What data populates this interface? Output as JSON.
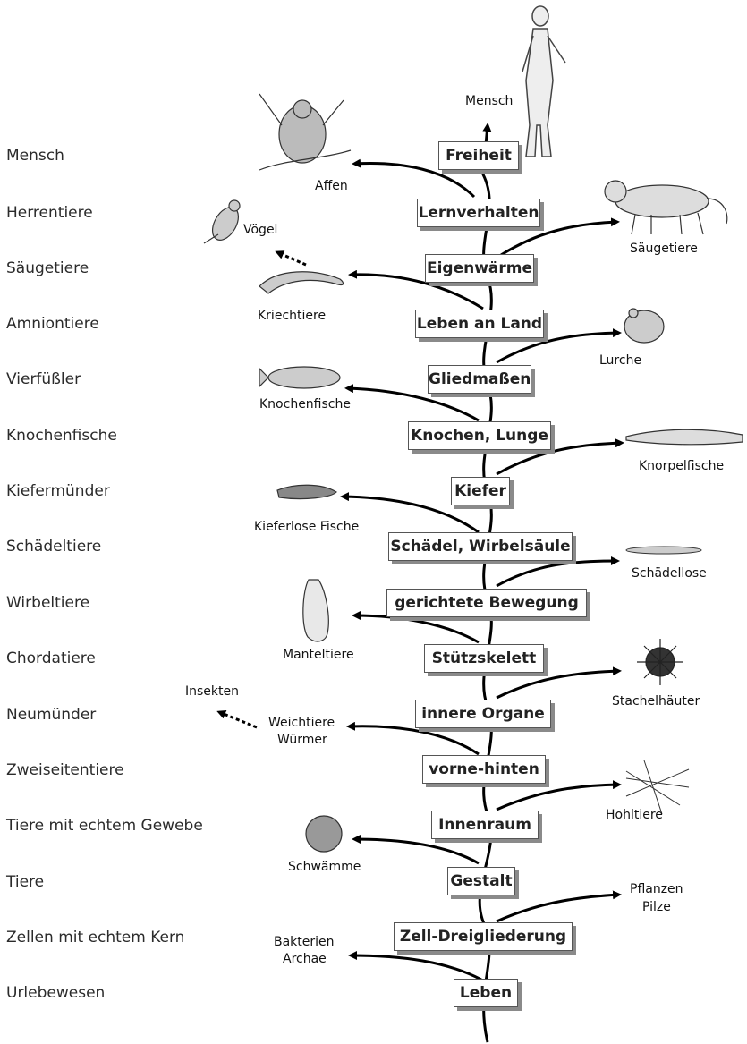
{
  "levels": [
    "Mensch",
    "Herrentiere",
    "Säugetiere",
    "Amniontiere",
    "Vierfüßler",
    "Knochenfische",
    "Kiefermünder",
    "Schädeltiere",
    "Wirbeltiere",
    "Chordatiere",
    "Neumünder",
    "Zweiseitentiere",
    "Tiere mit echtem Gewebe",
    "Tiere",
    "Zellen mit echtem Kern",
    "Urlebewesen"
  ],
  "traits": [
    "Freiheit",
    "Lernverhalten",
    "Eigenwärme",
    "Leben an Land",
    "Gliedmaßen",
    "Knochen, Lunge",
    "Kiefer",
    "Schädel, Wirbelsäule",
    "gerichtete Bewegung",
    "Stützskelett",
    "innere Organe",
    "vorne-hinten",
    "Innenraum",
    "Gestalt",
    "Zell-Dreigliederung",
    "Leben"
  ],
  "branches": {
    "mensch": "Mensch",
    "affen": "Affen",
    "voegel": "Vögel",
    "saeugetiere": "Säugetiere",
    "kriechtiere": "Kriechtiere",
    "lurche": "Lurche",
    "knochenfische": "Knochenfische",
    "knorpelfische": "Knorpelfische",
    "kieferlose": "Kieferlose Fische",
    "schaedellose": "Schädellose",
    "manteltiere": "Manteltiere",
    "stachelhaeuter": "Stachelhäuter",
    "insekten": "Insekten",
    "weichtiere": "Weichtiere",
    "wuermer": "Würmer",
    "hohltiere": "Hohltiere",
    "schwaemme": "Schwämme",
    "pflanzen": "Pflanzen",
    "pilze": "Pilze",
    "bakterien": "Bakterien",
    "archae": "Archae"
  }
}
